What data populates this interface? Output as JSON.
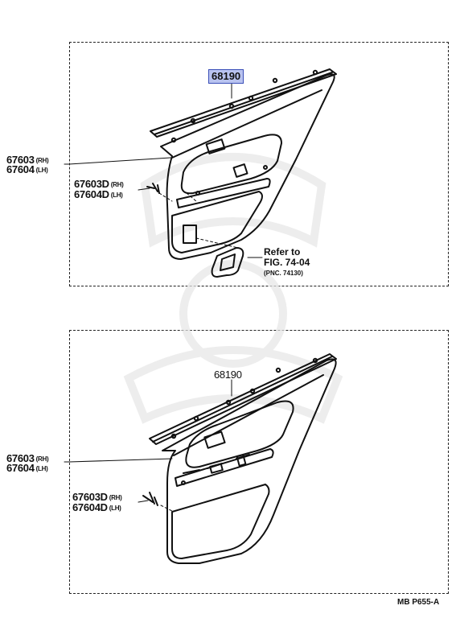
{
  "top_diagram": {
    "part_number_highlighted": "68190",
    "trim_board_rh": "67603",
    "trim_board_lh": "67604",
    "clip_rh": "67603D",
    "clip_lh": "67604D",
    "side_rh": "(RH)",
    "side_lh": "(LH)",
    "refer_line1": "Refer to",
    "refer_line2": "FIG. 74-04",
    "refer_pnc": "(PNC. 74130)"
  },
  "bottom_diagram": {
    "part_number": "68190",
    "trim_board_rh": "67603",
    "trim_board_lh": "67604",
    "clip_rh": "67603D",
    "clip_lh": "67604D",
    "side_rh": "(RH)",
    "side_lh": "(LH)"
  },
  "footer_code": "MB  P655-A"
}
